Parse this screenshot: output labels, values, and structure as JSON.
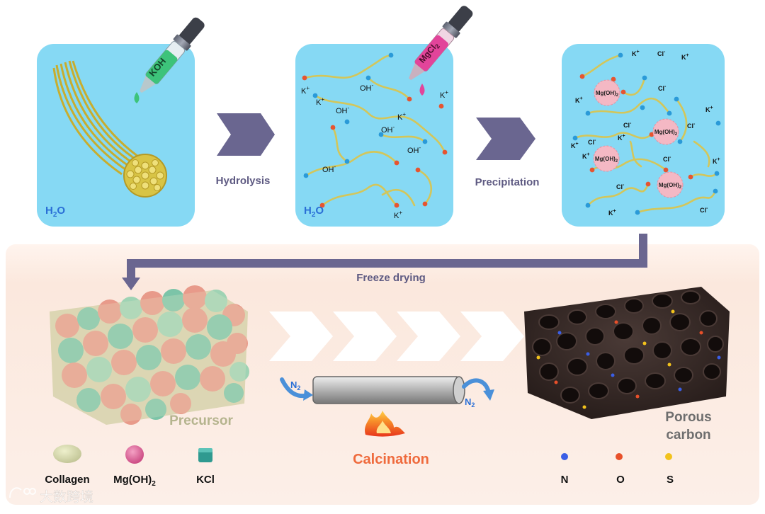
{
  "top": {
    "panel1": {
      "solvent": "H",
      "solvent_sub": "2",
      "solvent_tail": "O",
      "dropper": "KOH"
    },
    "arrow1": {
      "label": "Hydrolysis"
    },
    "panel2": {
      "solvent": "H",
      "solvent_sub": "2",
      "solvent_tail": "O",
      "dropper": "MgCl",
      "dropper_sub": "2",
      "ions": [
        "K",
        "K",
        "OH",
        "OH",
        "OH",
        "OH",
        "OH",
        "K",
        "K",
        "K"
      ],
      "ion_sups": [
        "+",
        "+",
        "-",
        "-",
        "-",
        "-",
        "-",
        "+",
        "+",
        "+"
      ]
    },
    "arrow2": {
      "label": "Precipitation"
    },
    "panel3": {
      "particle_label": "Mg(OH)",
      "particle_sub": "2",
      "ions": [
        "K",
        "Cl",
        "K",
        "K",
        "Cl",
        "Cl",
        "K",
        "Cl",
        "K",
        "K",
        "Cl",
        "K",
        "Cl",
        "Cl",
        "Cl",
        "K",
        "K"
      ],
      "ion_sups": [
        "+",
        "-",
        "+",
        "+",
        "-",
        "-",
        "+",
        "-",
        "+",
        "+",
        "-",
        "+",
        "-",
        "-",
        "-",
        "+",
        "+"
      ]
    }
  },
  "bottom": {
    "connector_label": "Freeze drying",
    "precursor_label": "Precursor",
    "process_label": "Calcination",
    "gas_in": "N",
    "gas_in_sub": "2",
    "gas_out": "N",
    "gas_out_sub": "2",
    "product_label_line1": "Porous",
    "product_label_line2": "carbon",
    "legend_left": [
      {
        "label": "Collagen",
        "sub": "",
        "color": "#dcdcb0"
      },
      {
        "label": "Mg(OH)",
        "sub": "2",
        "color": "#e06aa0"
      },
      {
        "label": "KCl",
        "sub": "",
        "color": "#2f9a90"
      }
    ],
    "legend_right": [
      {
        "label": "N",
        "color": "#3a5ee6"
      },
      {
        "label": "O",
        "color": "#e8502a"
      },
      {
        "label": "S",
        "color": "#f2c21c"
      }
    ]
  },
  "watermark": "大数跨境",
  "colors": {
    "panel_bg": "#86d9f4",
    "arrow": "#6a6690",
    "lower_bg": "#fbe9df",
    "fiber": "#d7c34a",
    "calcination": "#ef6a3c",
    "precursor_text": "#b5b48e",
    "product_text": "#6e6e6e",
    "ion_red": "#e65430",
    "ion_blue": "#2a9ad8"
  }
}
